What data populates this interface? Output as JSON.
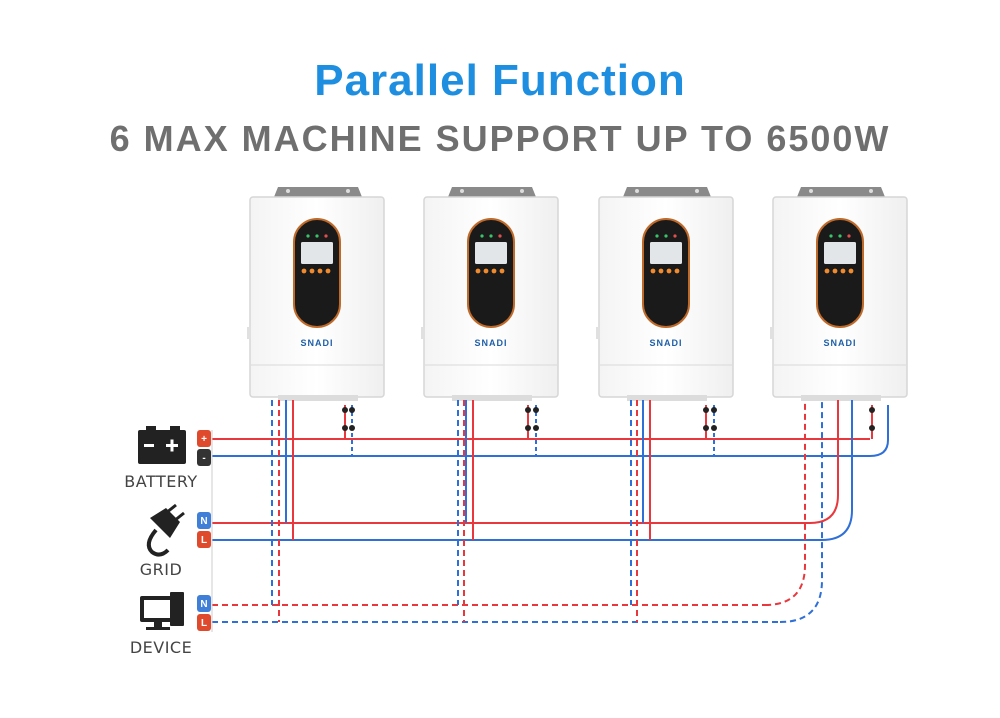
{
  "header": {
    "title": "Parallel Function",
    "subtitle": "6 MAX MACHINE SUPPORT UP TO 6500W"
  },
  "inverter": {
    "brand": "SNADI"
  },
  "sources": [
    {
      "label": "BATTERY",
      "icon": "battery-icon",
      "terminals": [
        "+",
        "-"
      ]
    },
    {
      "label": "GRID",
      "icon": "plug-icon",
      "terminals": [
        "N",
        "L"
      ]
    },
    {
      "label": "DEVICE",
      "icon": "monitor-icon",
      "terminals": [
        "N",
        "L"
      ]
    }
  ],
  "colors": {
    "title": "#1e8fe0",
    "subtitle": "#6f6f6f",
    "wire_red": "#e8383d",
    "wire_blue": "#2f6fd8",
    "terminal_red": "#e04a2c",
    "terminal_blue": "#3f7fd8"
  }
}
